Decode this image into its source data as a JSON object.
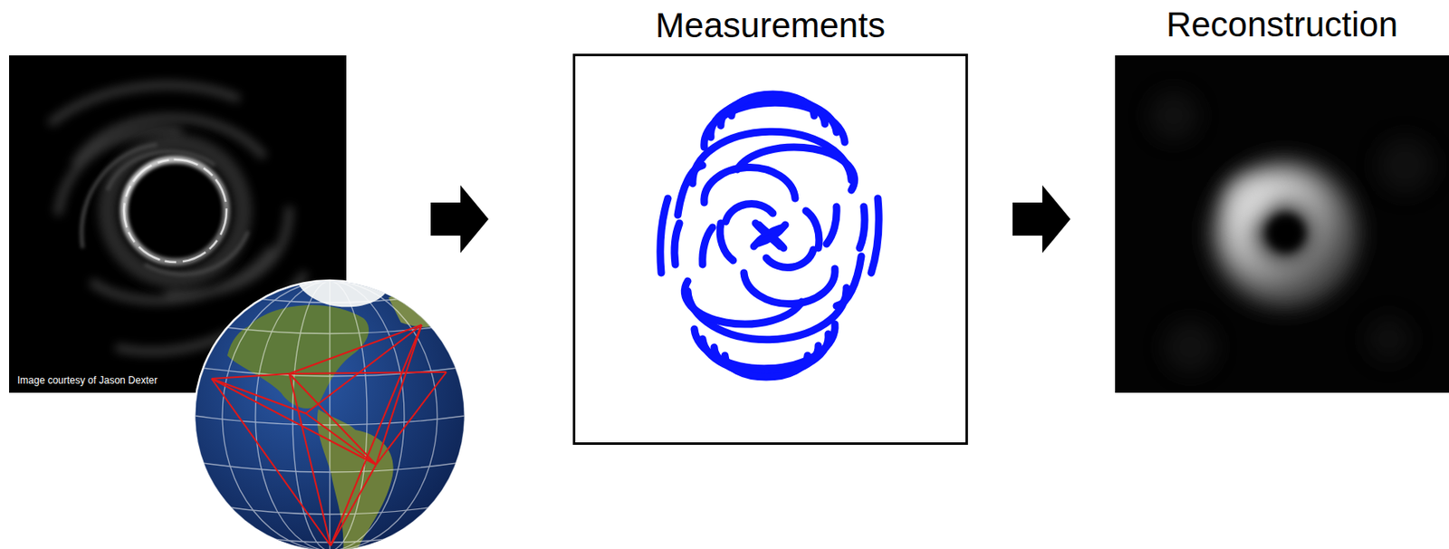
{
  "diagram": {
    "nodes": [
      {
        "text": [
          "Image courtesy of Jason Dexter"
        ]
      },
      {
        "text": [
          "Measurements"
        ]
      },
      {
        "text": [
          "Reconstruction"
        ]
      }
    ],
    "edges": [
      {
        "from": 0,
        "to": 1,
        "arrow": "to"
      },
      {
        "from": 1,
        "to": 2,
        "arrow": "to"
      }
    ]
  }
}
